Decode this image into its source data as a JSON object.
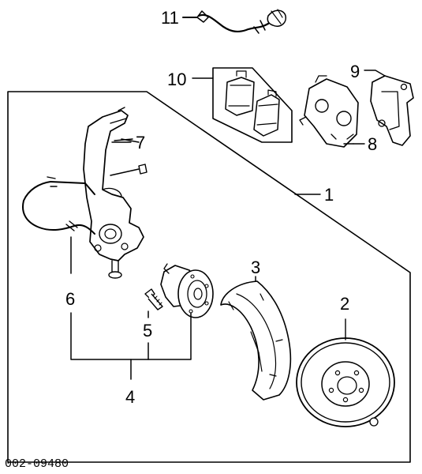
{
  "diagram": {
    "callouts": [
      {
        "id": "c1",
        "label": "1"
      },
      {
        "id": "c2",
        "label": "2"
      },
      {
        "id": "c3",
        "label": "3"
      },
      {
        "id": "c4",
        "label": "4"
      },
      {
        "id": "c5",
        "label": "5"
      },
      {
        "id": "c6",
        "label": "6"
      },
      {
        "id": "c7",
        "label": "7"
      },
      {
        "id": "c8",
        "label": "8"
      },
      {
        "id": "c9",
        "label": "9"
      },
      {
        "id": "c10",
        "label": "10"
      },
      {
        "id": "c11",
        "label": "11"
      }
    ],
    "figure_code": "002-09480"
  }
}
